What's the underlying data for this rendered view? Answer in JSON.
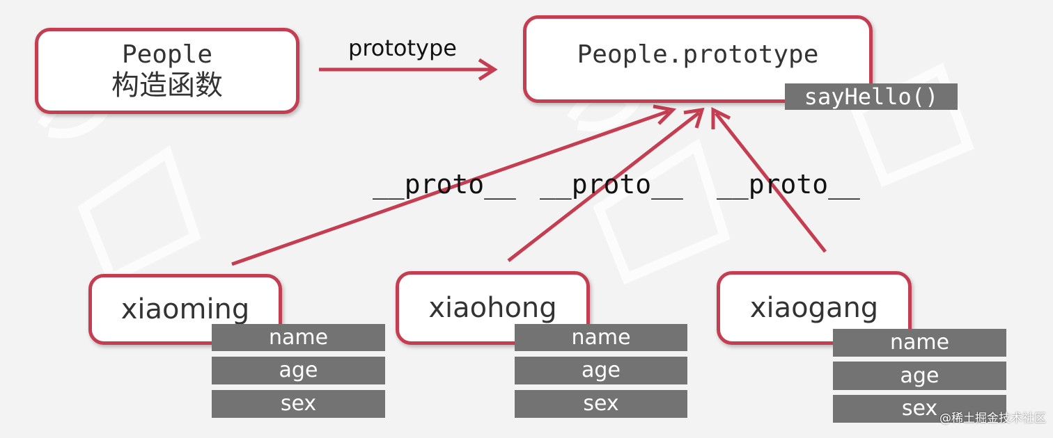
{
  "colors": {
    "box_border": "#c43d50",
    "arrow": "#c43d50",
    "gray_box": "#737373",
    "background": "#f3f3f3"
  },
  "constructor_box": {
    "line1": "People",
    "line2": "构造函数"
  },
  "prototype_box": {
    "label": "People.prototype",
    "method": "sayHello()"
  },
  "prototype_link_label": "prototype",
  "proto_labels": [
    "__proto__",
    "__proto__",
    "__proto__"
  ],
  "instances": [
    {
      "name": "xiaoming",
      "props": [
        "name",
        "age",
        "sex"
      ]
    },
    {
      "name": "xiaohong",
      "props": [
        "name",
        "age",
        "sex"
      ]
    },
    {
      "name": "xiaogang",
      "props": [
        "name",
        "age",
        "sex"
      ]
    }
  ],
  "credit": "@稀土掘金技术社区"
}
